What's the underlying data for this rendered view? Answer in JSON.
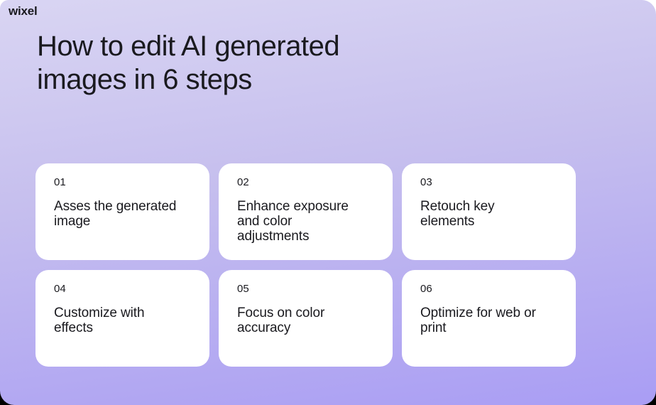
{
  "brand": "wixel",
  "header": {
    "title": "How to edit AI generated\nimages in 6 steps"
  },
  "steps": [
    {
      "number": "01",
      "label": "Asses the generated\nimage"
    },
    {
      "number": "02",
      "label": "Enhance exposure\nand color\nadjustments"
    },
    {
      "number": "03",
      "label": "Retouch key\nelements"
    },
    {
      "number": "04",
      "label": "Customize with\neffects"
    },
    {
      "number": "05",
      "label": "Focus on color\naccuracy"
    },
    {
      "number": "06",
      "label": "Optimize for web or\nprint"
    }
  ],
  "theme": {
    "bg_top": "#d9d5f3",
    "bg_mid": "#c6bfee",
    "bg_bottom": "#a99df4",
    "card": "#ffffff",
    "text": "#1a1a1f",
    "outside_top": "#ffffff",
    "outside_bottom": "#000000"
  }
}
